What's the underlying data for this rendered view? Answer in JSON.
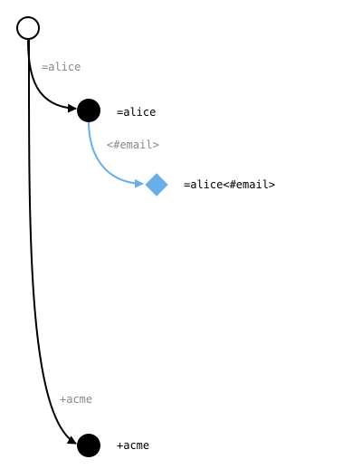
{
  "colors": {
    "edge_default": "#000000",
    "edge_secondary": "#6aaee8",
    "node_fill": "#000000",
    "diamond_fill": "#6aaee8",
    "edge_label": "#888888",
    "node_label": "#000000"
  },
  "nodes": {
    "root": {
      "shape": "open-circle",
      "label": ""
    },
    "alice": {
      "shape": "filled-circle",
      "label": "=alice"
    },
    "alice_email": {
      "shape": "diamond",
      "label": "=alice<#email>"
    },
    "acme": {
      "shape": "filled-circle",
      "label": "+acme"
    }
  },
  "edges": {
    "root_to_alice": {
      "label": "=alice",
      "style": "black"
    },
    "alice_to_email": {
      "label": "<#email>",
      "style": "blue"
    },
    "root_to_acme": {
      "label": "+acme",
      "style": "black"
    }
  }
}
